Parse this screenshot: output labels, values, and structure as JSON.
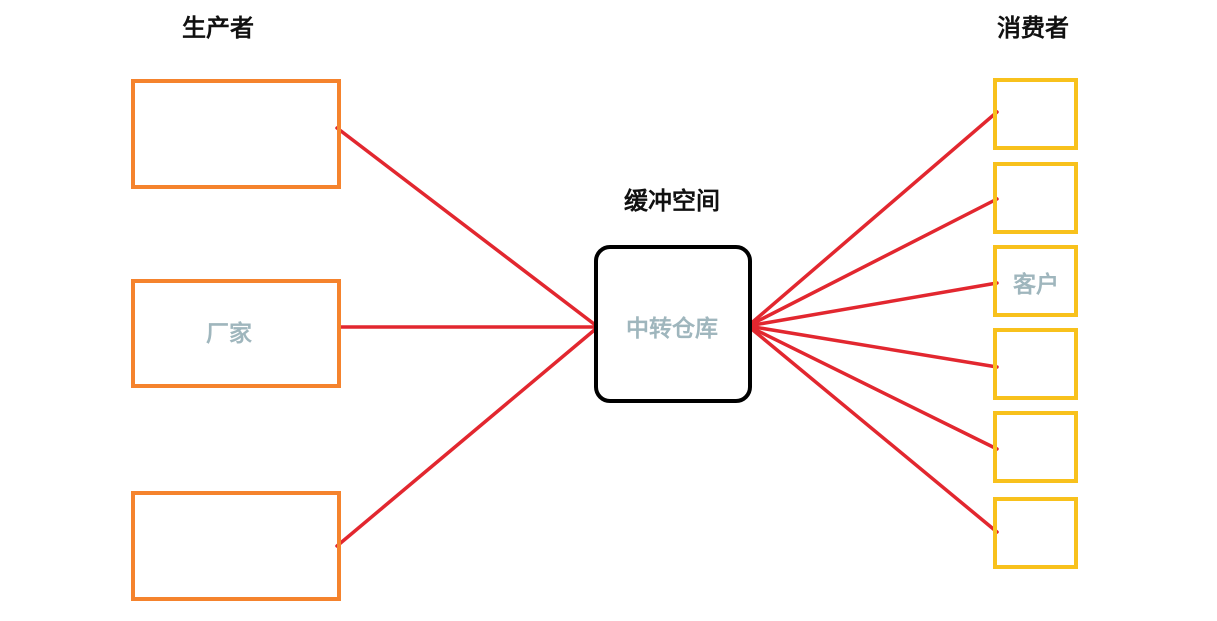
{
  "headings": {
    "producer": "生产者",
    "buffer": "缓冲空间",
    "consumer": "消费者"
  },
  "labels": {
    "producer": "厂家",
    "warehouse": "中转仓库",
    "consumer": "客户"
  },
  "colors": {
    "producer_box": "#f5832d",
    "consumer_box": "#f8c11c",
    "warehouse_box": "#000000",
    "connector": "#e2272f",
    "label_text": "#9fb6bd"
  }
}
